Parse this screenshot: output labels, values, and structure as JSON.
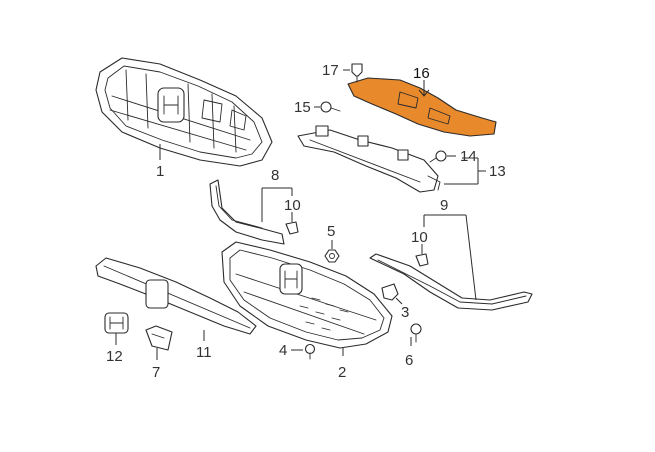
{
  "callouts": {
    "c1": "1",
    "c2": "2",
    "c3": "3",
    "c4": "4",
    "c5": "5",
    "c6": "6",
    "c7": "7",
    "c8": "8",
    "c9": "9",
    "c10a": "10",
    "c10b": "10",
    "c11": "11",
    "c12": "12",
    "c13": "13",
    "c14": "14",
    "c15": "15",
    "c16": "16",
    "c17": "17"
  },
  "colors": {
    "highlight": "#e8892b",
    "line": "#2b2b2b",
    "background": "#ffffff"
  }
}
